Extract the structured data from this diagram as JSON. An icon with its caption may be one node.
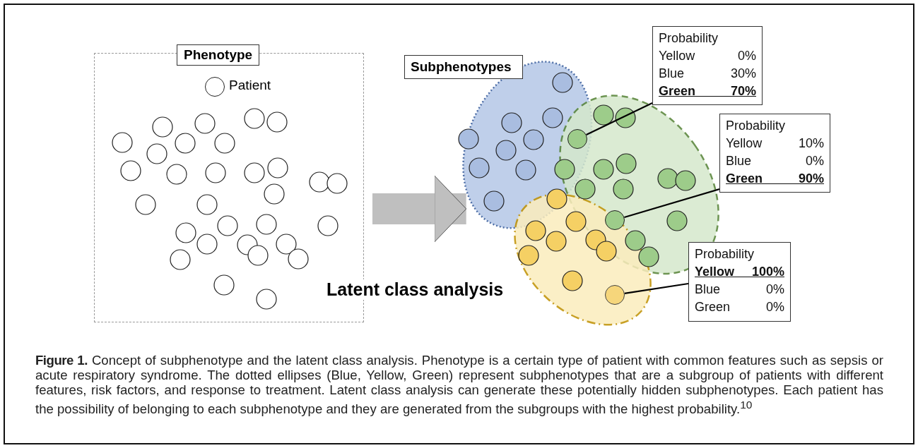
{
  "diagram": {
    "caption": "**Figure 1.** Concept of subphenotype and the latent class analysis. Phenotype is a certain type of patient with common features such as sepsis or acute respiratory syndrome. The dotted ellipses (Blue, Yellow, Green) represent subphenotypes that are a subgroup of patients with different features, risk factors, and response to treatment. Latent class analysis can generate these potentially hidden subphenotypes. Each patient has the possibility of belonging to each subphenotype and they are generated from the subgroups with the highest probability.$^{10}$",
    "nodes": [
      {
        "text": [
          "Phenotype"
        ]
      },
      {
        "text": [],
        "shape": "circle",
        "beside": [
          "Patient"
        ],
        "in": 0
      },
      {
        "text": [
          "Subphenotypes"
        ]
      },
      {
        "text": [],
        "shape": "ellipse"
      },
      {
        "text": [],
        "shape": "ellipse"
      },
      {
        "text": [],
        "shape": "ellipse"
      },
      {
        "text": [],
        "shape": "circle"
      },
      {
        "text": [],
        "shape": "circle"
      },
      {
        "text": [],
        "shape": "circle",
        "in": 5
      },
      {
        "text": [
          "Probability",
          "Yellow 0%",
          "Blue 30%",
          "**Green 70%**"
        ]
      },
      {
        "text": [
          "Probability",
          "Yellow 10%",
          "Blue 0%",
          "**Green 90%**"
        ]
      },
      {
        "text": [
          "Probability",
          "**Yellow 100%**",
          "Blue 0%",
          "Green 0%"
        ]
      }
    ],
    "edges": [
      {
        "from": 0,
        "to": 3,
        "arrow": "to",
        "label": "Latent class analysis",
        "style": "thick",
        "color": "#bfbfbf"
      },
      {
        "from": 9,
        "to": 6,
        "arrow": "none"
      },
      {
        "from": 10,
        "to": 7,
        "arrow": "none"
      },
      {
        "from": 11,
        "to": 8,
        "arrow": "none"
      }
    ]
  }
}
